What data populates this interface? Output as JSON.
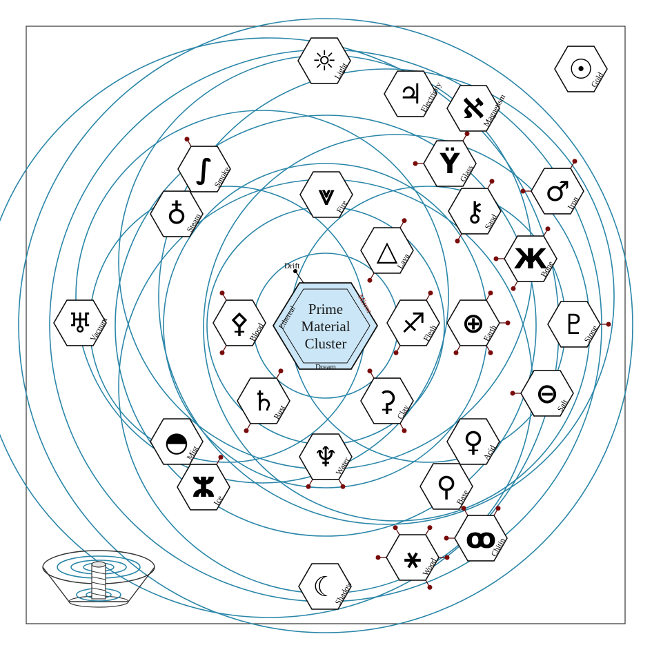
{
  "center": {
    "lines": [
      "Prime",
      "Material",
      "Cluster"
    ],
    "edges": {
      "left": "Ethereal",
      "right": "Mirror",
      "bottom": "Dream"
    },
    "drift_label": "Drift"
  },
  "nodes": [
    {
      "id": "light",
      "label": "Light",
      "glyph": "☼"
    },
    {
      "id": "electricity",
      "label": "Electricity",
      "glyph": "♃"
    },
    {
      "id": "magnetism",
      "label": "Magnetism",
      "glyph": "ℵ"
    },
    {
      "id": "gold",
      "label": "Gold",
      "glyph": "☉"
    },
    {
      "id": "smoke",
      "label": "Smoke",
      "glyph": "∫"
    },
    {
      "id": "steam",
      "label": "Steam",
      "glyph": "♁"
    },
    {
      "id": "fire",
      "label": "Fire",
      "glyph": "⩔"
    },
    {
      "id": "glass",
      "label": "Glass",
      "glyph": "Ÿ"
    },
    {
      "id": "iron",
      "label": "Iron",
      "glyph": "♂"
    },
    {
      "id": "sand",
      "label": "Sand",
      "glyph": "⚷"
    },
    {
      "id": "lava",
      "label": "Lava",
      "glyph": "△"
    },
    {
      "id": "bone",
      "label": "Bone",
      "glyph": "Ж"
    },
    {
      "id": "vacuum",
      "label": "Vacuum",
      "glyph": "♅"
    },
    {
      "id": "blood",
      "label": "Blood",
      "glyph": "⚴"
    },
    {
      "id": "flesh",
      "label": "Flesh",
      "glyph": "♐"
    },
    {
      "id": "earth",
      "label": "Earth",
      "glyph": "⊕"
    },
    {
      "id": "stone",
      "label": "Stone",
      "glyph": "♇"
    },
    {
      "id": "rust",
      "label": "Rust",
      "glyph": "♄"
    },
    {
      "id": "clay",
      "label": "Clay",
      "glyph": "⚳"
    },
    {
      "id": "salt",
      "label": "Salt",
      "glyph": "⊖"
    },
    {
      "id": "mist",
      "label": "Mist",
      "glyph": "◓"
    },
    {
      "id": "water",
      "label": "Water",
      "glyph": "♆"
    },
    {
      "id": "acid",
      "label": "Acid",
      "glyph": "♀"
    },
    {
      "id": "ice",
      "label": "Ice",
      "glyph": "ⵣ"
    },
    {
      "id": "base",
      "label": "Base",
      "glyph": "⚲"
    },
    {
      "id": "wood",
      "label": "Wood",
      "glyph": "⚹"
    },
    {
      "id": "chitin",
      "label": "Chitin",
      "glyph": "ꝏ"
    },
    {
      "id": "shadow",
      "label": "Shadow",
      "glyph": "☾"
    }
  ],
  "colors": {
    "ring": "#2a86a8",
    "center_fill": "#cbe6f6",
    "connector": "#7a0b0b",
    "mirror_text": "#8a1a1a"
  }
}
